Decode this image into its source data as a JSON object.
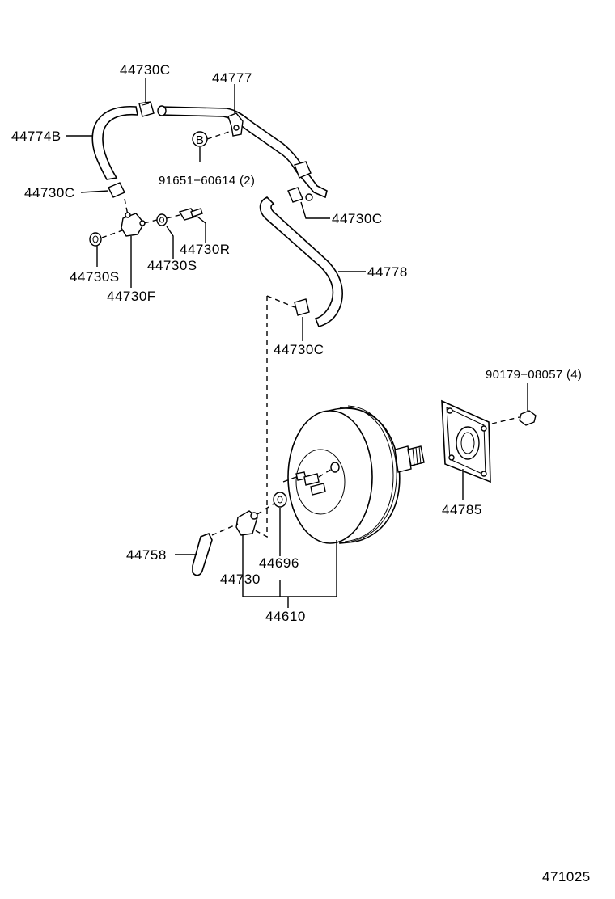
{
  "diagram_code": "471025",
  "callout_b": "B",
  "labels": {
    "p44730C_a": "44730C",
    "p44777": "44777",
    "p44774B": "44774B",
    "p91651": "91651−60614 (2)",
    "p44730C_b": "44730C",
    "p44730C_c": "44730C",
    "p44730R": "44730R",
    "p44730S_a": "44730S",
    "p44730S_b": "44730S",
    "p44730F": "44730F",
    "p44778": "44778",
    "p44730C_d": "44730C",
    "p90179": "90179−08057 (4)",
    "p44785": "44785",
    "p44758": "44758",
    "p44696": "44696",
    "p44730": "44730",
    "p44610": "44610"
  }
}
